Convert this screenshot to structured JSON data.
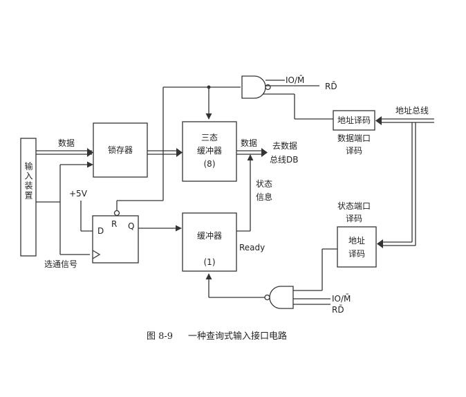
{
  "diagram": {
    "caption_num": "图 8-9",
    "caption_title": "一种查询式输入接口电路",
    "input_device_label": "输入装置",
    "data_label": "数据",
    "strobe_label": "选通信号",
    "plus5v_label": "+5V",
    "latch_label": "锁存器",
    "dff_d": "D",
    "dff_r": "R",
    "dff_q": "Q",
    "tristate_line1": "三态",
    "tristate_line2": "缓冲器",
    "tristate_line3": "(8)",
    "tristate_data_label": "数据",
    "to_db_line1": "去数据",
    "to_db_line2": "总线DB",
    "status_info_line1": "状态",
    "status_info_line2": "信息",
    "buffer1_line1": "缓冲器",
    "buffer1_line2": "(1)",
    "ready_label": "Ready",
    "top_io_m": "IO/M̄",
    "top_rd": "RD̄",
    "bottom_io_m": "IO/M̄",
    "bottom_rd": "RD̄",
    "addr_bus_label": "地址总线",
    "addr_decoder_top": "地址译码",
    "data_port_decode_line1": "数据端口",
    "data_port_decode_line2": "译码",
    "status_port_decode_line1": "状态端口",
    "status_port_decode_line2": "译码",
    "addr_decoder_bottom_line1": "地址",
    "addr_decoder_bottom_line2": "译码"
  }
}
